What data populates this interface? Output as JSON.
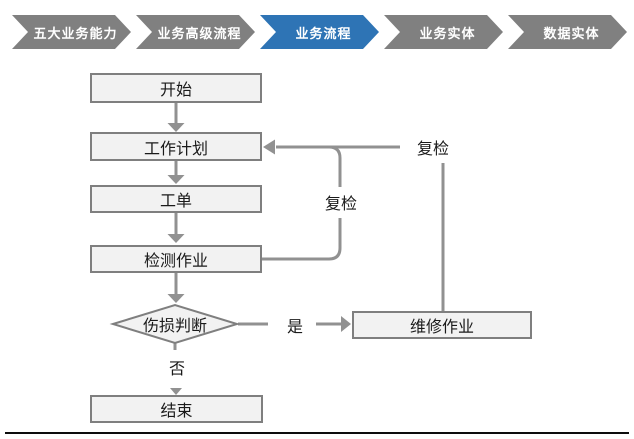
{
  "breadcrumb": {
    "items": [
      {
        "label": "五大业务能力",
        "active": false
      },
      {
        "label": "业务高级流程",
        "active": false
      },
      {
        "label": "业务流程",
        "active": true
      },
      {
        "label": "业务实体",
        "active": false
      },
      {
        "label": "数据实体",
        "active": false
      }
    ],
    "active_color": "#2E74B5",
    "inactive_color": "#808080"
  },
  "flowchart": {
    "nodes": {
      "start": {
        "label": "开始"
      },
      "work_plan": {
        "label": "工作计划"
      },
      "work_order": {
        "label": "工单"
      },
      "inspection": {
        "label": "检测作业"
      },
      "damage_decision": {
        "label": "伤损判断"
      },
      "repair": {
        "label": "维修作业"
      },
      "end": {
        "label": "结束"
      }
    },
    "edge_labels": {
      "recheck_inner": "复检",
      "recheck_outer": "复检",
      "yes": "是",
      "no": "否"
    },
    "colors": {
      "line": "#919191",
      "node_fill": "#f2f2f2",
      "node_border": "#7f7f7f",
      "bottom_rule": "#0d0d0d"
    }
  }
}
